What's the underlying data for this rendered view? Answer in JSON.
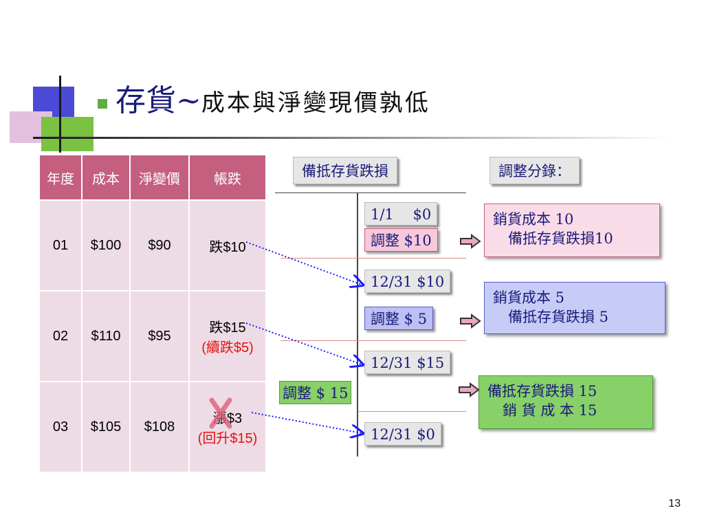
{
  "title": {
    "main": "存貨~",
    "sub": "成本與淨變現價孰低"
  },
  "table": {
    "headers": [
      "年度",
      "成本",
      "淨變價",
      "帳跌"
    ],
    "rows": [
      {
        "year": "01",
        "cost": "$100",
        "nrv": "$90",
        "loss_prefix": "跌",
        "loss_amount": "$10",
        "note": ""
      },
      {
        "year": "02",
        "cost": "$110",
        "nrv": "$95",
        "loss_prefix": "跌",
        "loss_amount": "$15",
        "note_open": "(",
        "note_word": "續跌",
        "note_amount": "$5)"
      },
      {
        "year": "03",
        "cost": "$105",
        "nrv": "$108",
        "loss_prefix": "漲",
        "loss_amount": "$3",
        "note_open": "(",
        "note_word": "回升",
        "note_amount": "$15)"
      }
    ]
  },
  "account": {
    "title": "備抵存貨跌損",
    "entries": {
      "opening": "1/1　 $0",
      "adjust1": "調整 $10",
      "balance1": "12/31 $10",
      "adjust2": "調整 $ 5",
      "balance2": "12/31 $15",
      "adjust3": "調整 $ 15",
      "balance3": "12/31 $0"
    }
  },
  "journal": {
    "title": "調整分錄：",
    "entry1": {
      "debit": "銷貨成本  10",
      "credit": "備抵存貨跌損10"
    },
    "entry2": {
      "debit": "銷貨成本  5",
      "credit": "備抵存貨跌損 5"
    },
    "entry3": {
      "debit": "備抵存貨跌損 15",
      "credit": "銷 貨 成 本   15"
    }
  },
  "page_number": "13",
  "colors": {
    "header": "#c45f7f",
    "cell": "#eddce5",
    "pink_box": "#f6c8da",
    "blue_box": "#bcc0f4",
    "green_box": "#88d068",
    "text_navy": "#1a1a7a",
    "red": "#e81010"
  }
}
